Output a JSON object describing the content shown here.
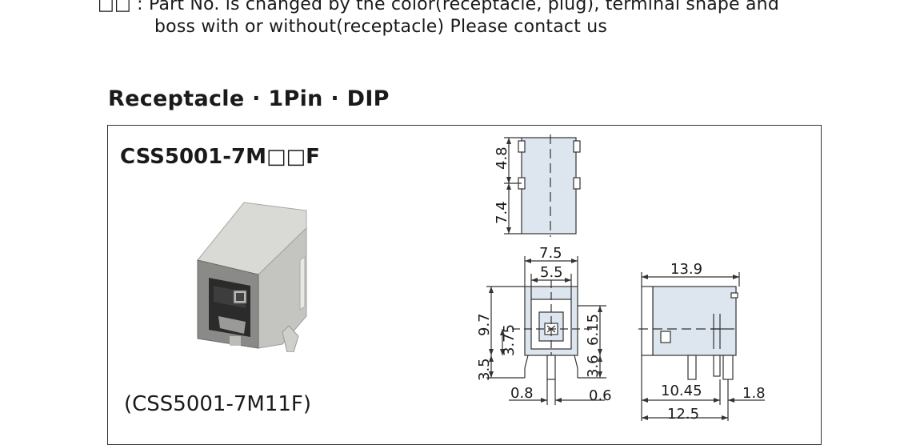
{
  "note": {
    "line1": "□□ : Part No. is changed by the color(receptacle, plug), terminal shape and",
    "line2": "boss with or without(receptacle) Please contact us"
  },
  "section": {
    "title": "Receptacle · 1Pin · DIP"
  },
  "product": {
    "part_number": "CSS5001-7M□□F",
    "photo_caption": "(CSS5001-7M11F)"
  },
  "dimensions": {
    "top_view": {
      "upper": "4.8",
      "lower": "7.4"
    },
    "front_view": {
      "outer_width": "7.5",
      "inner_width": "5.5",
      "height": "9.7",
      "center_height": "3.75",
      "inner_height": "6.15",
      "pin_length": "3.5",
      "pin_offset": "3.6",
      "pin_width": "0.8",
      "pin_pitch": "0.6"
    },
    "side_view": {
      "length": "13.9",
      "pin_position": "10.45",
      "pin_spacing": "1.8",
      "body_length": "12.5"
    }
  }
}
